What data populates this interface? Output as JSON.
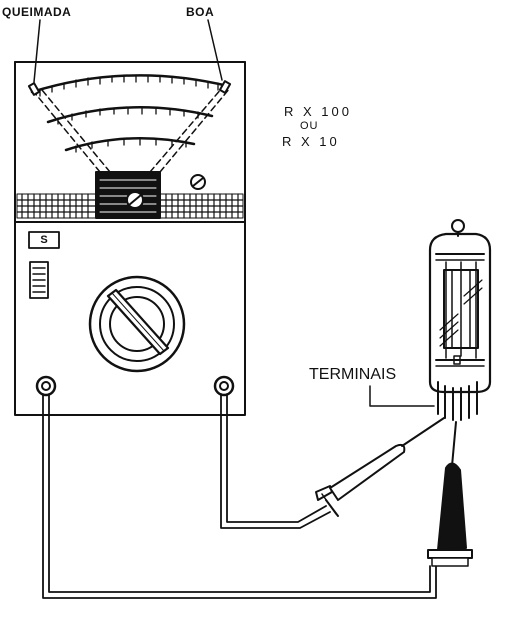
{
  "labels": {
    "bad": "QUEIMADA",
    "good": "BOA",
    "range_primary": "R X 100",
    "range_or": "OU",
    "range_alt": "R X 10",
    "terminals": "TERMINAIS",
    "switch_label": "S"
  },
  "colors": {
    "ink": "#111111",
    "background": "#ffffff",
    "black_probe": "#111111",
    "white_probe": "#ffffff"
  }
}
